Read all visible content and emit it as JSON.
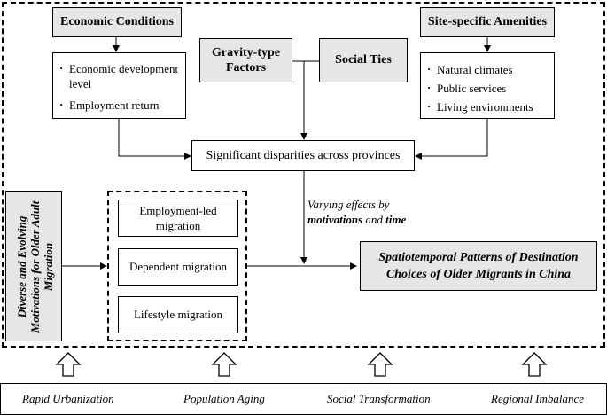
{
  "economic_conditions": {
    "title": "Economic Conditions",
    "items": [
      "Economic development level",
      "Employment return"
    ]
  },
  "gravity_factors": "Gravity-type Factors",
  "social_ties": "Social Ties",
  "site_amenities": {
    "title": "Site-specific Amenities",
    "items": [
      "Natural climates",
      "Public services",
      "Living environments"
    ]
  },
  "disparities": "Significant disparities across provinces",
  "varying_effects": {
    "line1": "Varying effects by",
    "word_motivations": "motivations",
    "word_and": " and ",
    "word_time": "time"
  },
  "motivations_label": "Diverse and Evolving Motivations for Older Adult Migration",
  "migration_types": [
    "Employment-led migration",
    "Dependent migration",
    "Lifestyle migration"
  ],
  "outcome": "Spatiotemporal Patterns of Destination Choices of Older Migrants in China",
  "backgrounds": [
    "Rapid Urbanization",
    "Population Aging",
    "Social Transformation",
    "Regional Imbalance"
  ]
}
